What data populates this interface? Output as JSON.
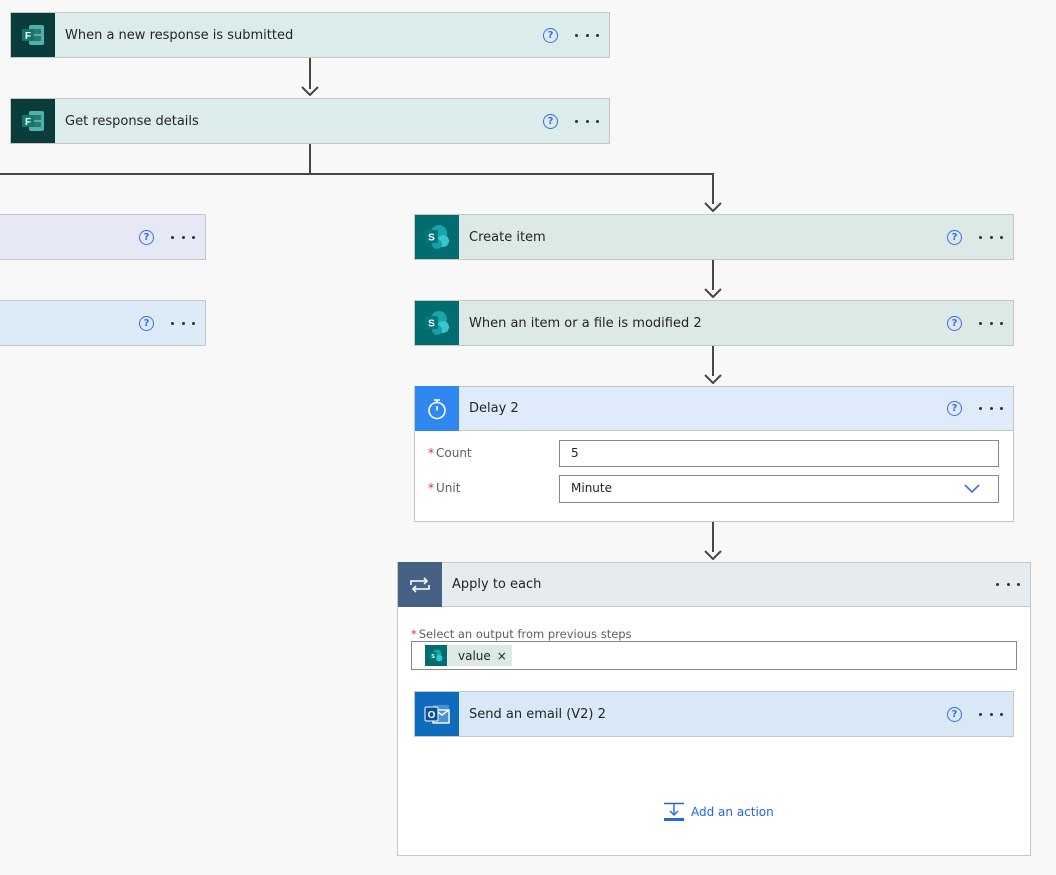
{
  "steps": {
    "trigger": {
      "title": "When a new response is submitted",
      "help": "?",
      "connector": "Microsoft Forms"
    },
    "get_details": {
      "title": "Get response details",
      "help": "?",
      "connector": "Microsoft Forms"
    },
    "left_branch_1": {
      "title": "",
      "help": "?"
    },
    "left_branch_2": {
      "title": "",
      "help": "?"
    },
    "create_item": {
      "title": "Create item",
      "help": "?",
      "connector": "SharePoint"
    },
    "modified": {
      "title": "When an item or a file is modified 2",
      "help": "?",
      "connector": "SharePoint"
    },
    "delay": {
      "title": "Delay 2",
      "help": "?",
      "count_label": "Count",
      "count_value": "5",
      "unit_label": "Unit",
      "unit_value": "Minute"
    },
    "apply_each": {
      "title": "Apply to each",
      "output_label": "Select an output from previous steps",
      "token_label": "value",
      "token_remove": "×"
    },
    "send_email": {
      "title": "Send an email (V2) 2",
      "help": "?",
      "connector": "Office 365 Outlook"
    },
    "add_action": {
      "label": "Add an action"
    }
  },
  "icons": {
    "forms": "forms-icon",
    "sharepoint": "sharepoint-icon",
    "delay": "timer-icon",
    "loop": "loop-icon",
    "outlook": "outlook-icon",
    "add_action": "add-action-icon",
    "more": "more-options-icon",
    "help": "help-icon",
    "chevron": "chevron-down-icon"
  },
  "colors": {
    "forms_icon": "#0b3c3c",
    "sharepoint_icon": "#036c70",
    "delay_icon": "#2f87f0",
    "loop_icon": "#476186",
    "outlook_icon": "#0f6cbd",
    "link": "#2266e3",
    "required": "#d13438"
  }
}
